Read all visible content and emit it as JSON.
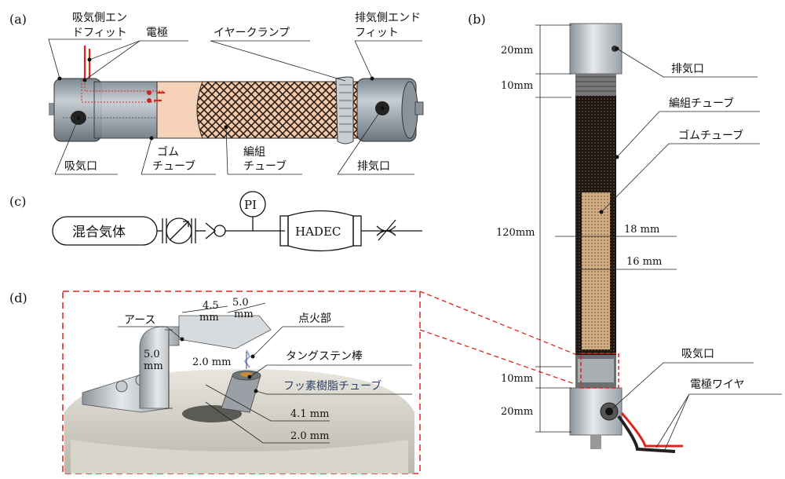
{
  "panels": {
    "a": "(a)",
    "b": "(b)",
    "c": "(c)",
    "d": "(d)"
  },
  "panel_a": {
    "inlet_end_fitting": [
      "吸気側エン",
      "ドフィット"
    ],
    "electrode": "電極",
    "ear_clamp": "イヤークランプ",
    "outlet_end_fitting": [
      "排気側エンド",
      "フィット"
    ],
    "inlet": "吸気口",
    "rubber_tube": [
      "ゴム",
      "チューブ"
    ],
    "braided_tube": [
      "編組",
      "チューブ"
    ],
    "outlet": "排気口"
  },
  "panel_b": {
    "dim_top": "20mm",
    "dim_thread": "10mm",
    "dim_body": "120mm",
    "dim_lower_thread": "10mm",
    "dim_bottom": "20mm",
    "outlet": "排気口",
    "braided_tube": "編組チューブ",
    "rubber_tube": "ゴムチューブ",
    "outer_diameter": "18 mm",
    "inner_diameter": "16 mm",
    "inlet": "吸気口",
    "electrode_wire": "電極ワイヤ"
  },
  "panel_c": {
    "mixed_gas": "混合気体",
    "pressure_indicator": "PI",
    "device": "HADEC"
  },
  "panel_d": {
    "ground": "アース",
    "ignition": "点火部",
    "tungsten_rod": "タングステン棒",
    "fluororesin_tube": "フッ素樹脂チューブ",
    "width_a": [
      "4.5",
      "mm"
    ],
    "width_b": [
      "5.0",
      "mm"
    ],
    "height": [
      "5.0",
      "mm"
    ],
    "gap": "2.0 mm",
    "diameter_tube": "4.1 mm",
    "diameter_rod": "2.0 mm"
  },
  "colors": {
    "rubber": "#f6d2b8",
    "braid": "#1e1612",
    "metal": "#9fa6ad",
    "dashed_box": "#e0231c",
    "wire_red": "#e0231c"
  }
}
